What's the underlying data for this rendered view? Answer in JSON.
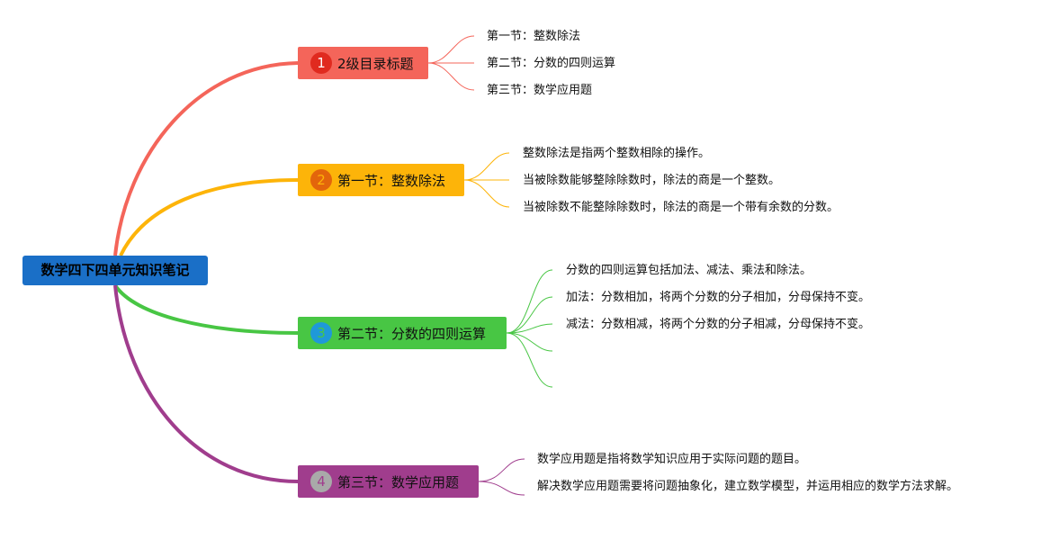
{
  "root": {
    "title": "数学四下四单元知识笔记",
    "color": "#1a6fc7"
  },
  "branches": [
    {
      "num": "1",
      "label": "2级目录标题",
      "color": "#f4655a",
      "num_bg": "#e02a1f",
      "leaves": [
        "第一节：整数除法",
        "第二节：分数的四则运算",
        "第三节：数学应用题"
      ]
    },
    {
      "num": "2",
      "label": "第一节：整数除法",
      "color": "#fdb409",
      "num_bg": "#e3650b",
      "leaves": [
        "整数除法是指两个整数相除的操作。",
        "当被除数能够整除除数时，除法的商是一个整数。",
        "当被除数不能整除除数时，除法的商是一个带有余数的分数。"
      ]
    },
    {
      "num": "3",
      "label": "第二节：分数的四则运算",
      "color": "#48c644",
      "num_bg": "#1f99d8",
      "leaves": [
        "分数的四则运算包括加法、减法、乘法和除法。",
        "加法：分数相加，将两个分数的分子相加，分母保持不变。",
        "减法：分数相减，将两个分数的分子相减，分母保持不变。"
      ]
    },
    {
      "num": "4",
      "label": "第三节：数学应用题",
      "color": "#a03d8d",
      "num_bg": "#a9a9a9",
      "leaves": [
        "数学应用题是指将数学知识应用于实际问题的题目。",
        "解决数学应用题需要将问题抽象化，建立数学模型，并运用相应的数学方法求解。"
      ]
    }
  ]
}
